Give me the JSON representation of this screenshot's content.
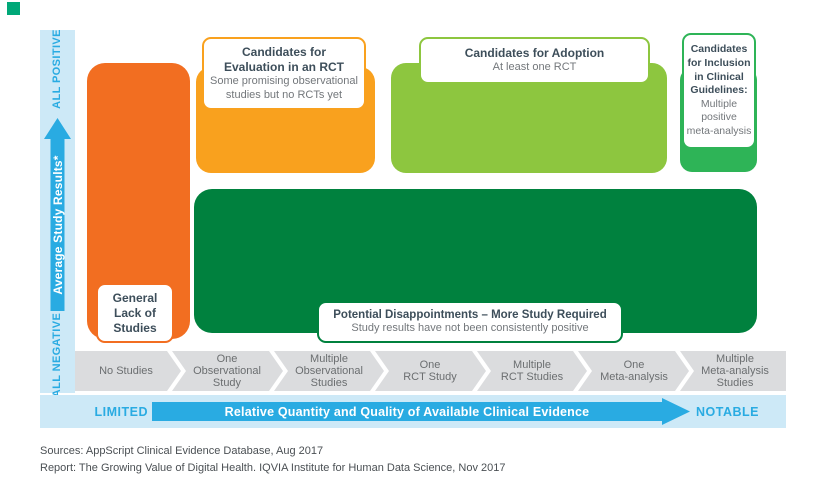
{
  "palette": {
    "axis_blue": "#29ABE2",
    "axis_band_light_blue": "#CDE9F7",
    "orange": "#F26E21",
    "amber": "#F9A11E",
    "light_green": "#8DC63F",
    "green": "#2EB457",
    "dark_green": "#00813E",
    "gray_band": "#DBDCDE",
    "teal_corner_mark": "#00A878"
  },
  "y_axis": {
    "top_label": "ALL POSITIVE",
    "arrow_label": "Average Study Results*",
    "bottom_label": "ALL NEGATIVE"
  },
  "zones": {
    "general_lack": {
      "title": "General\nLack of\nStudies"
    },
    "rct_evaluation": {
      "title": "Candidates for\nEvaluation in an RCT",
      "subtitle": "Some promising observational\nstudies but no RCTs yet"
    },
    "adoption": {
      "title": "Candidates for Adoption",
      "subtitle": "At least one RCT"
    },
    "guidelines": {
      "title": "Candidates\nfor Inclusion\nin Clinical\nGuidelines:",
      "subtitle": "Multiple\npositive\nmeta-analysis"
    },
    "disappointments": {
      "title": "Potential Disappointments – More Study Required",
      "subtitle": "Study results have not been consistently positive"
    }
  },
  "x_axis": {
    "categories": [
      "No Studies",
      "One\nObservational\nStudy",
      "Multiple\nObservational\nStudies",
      "One\nRCT Study",
      "Multiple\nRCT Studies",
      "One\nMeta-analysis",
      "Multiple\nMeta-analysis\nStudies"
    ],
    "left_label": "LIMITED",
    "arrow_label": "Relative Quantity and Quality of Available Clinical Evidence",
    "right_label": "NOTABLE"
  },
  "footer": {
    "sources_line": "Sources: AppScript Clinical Evidence Database, Aug 2017",
    "report_line": "Report: The Growing Value of Digital Health. IQVIA Institute for Human Data Science, Nov 2017"
  }
}
